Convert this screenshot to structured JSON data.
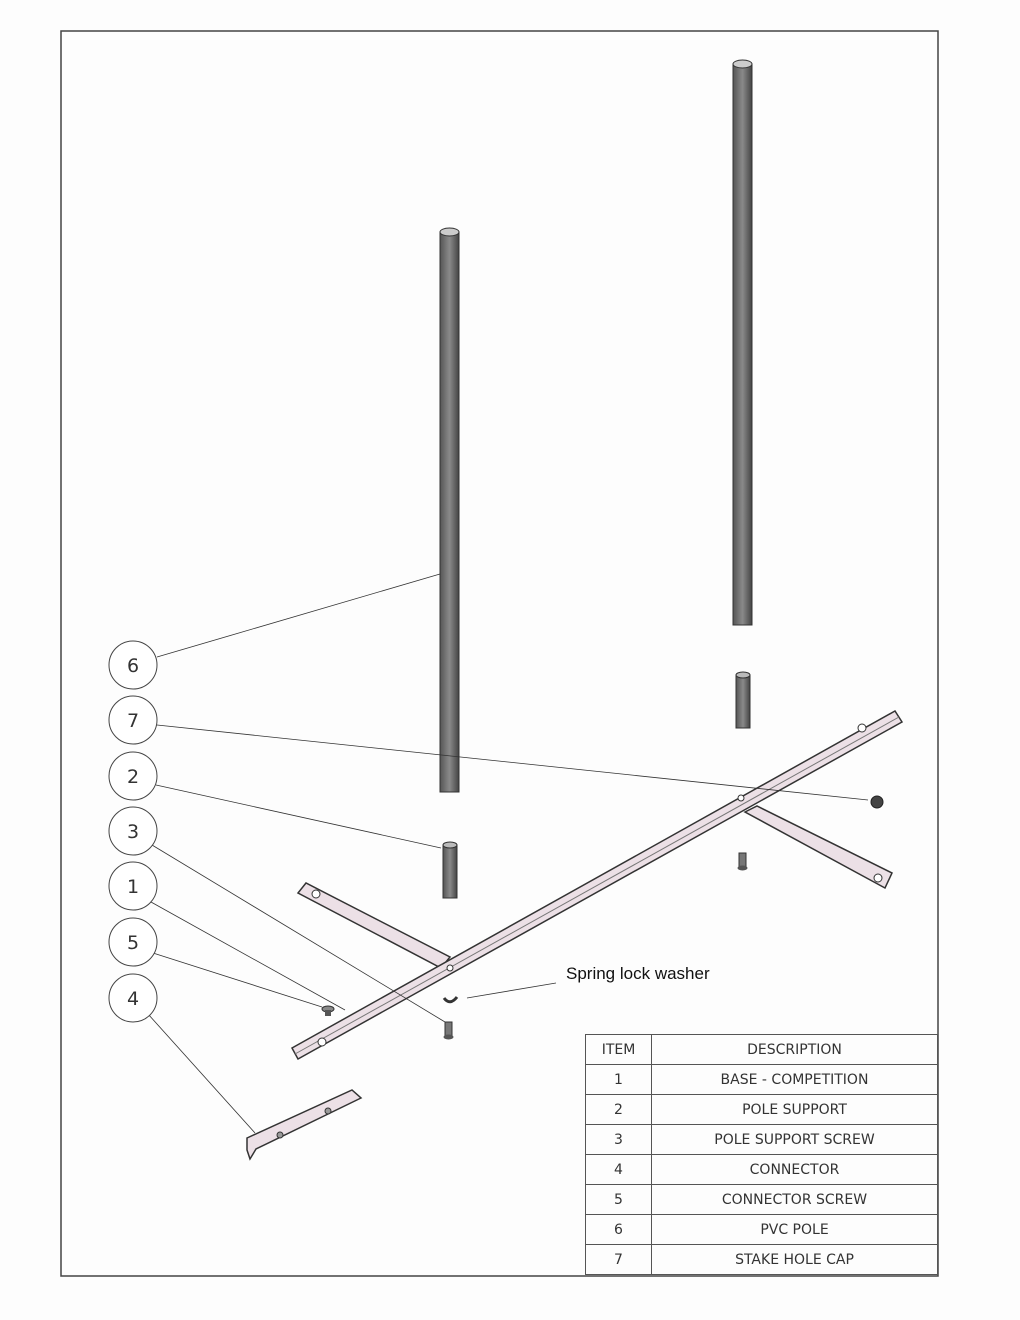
{
  "balloons": [
    "6",
    "7",
    "2",
    "3",
    "1",
    "5",
    "4"
  ],
  "annotation": "Spring lock washer",
  "bom": {
    "headers": {
      "item": "ITEM",
      "description": "DESCRIPTION"
    },
    "rows": [
      {
        "item": "1",
        "description": "BASE - COMPETITION"
      },
      {
        "item": "2",
        "description": "POLE SUPPORT"
      },
      {
        "item": "3",
        "description": "POLE SUPPORT SCREW"
      },
      {
        "item": "4",
        "description": "CONNECTOR"
      },
      {
        "item": "5",
        "description": "CONNECTOR SCREW"
      },
      {
        "item": "6",
        "description": "PVC POLE"
      },
      {
        "item": "7",
        "description": "STAKE HOLE CAP"
      }
    ]
  },
  "colors": {
    "part_fill": "#ece0e6",
    "pole_fill": "#6b6b6b",
    "line": "#333333"
  }
}
